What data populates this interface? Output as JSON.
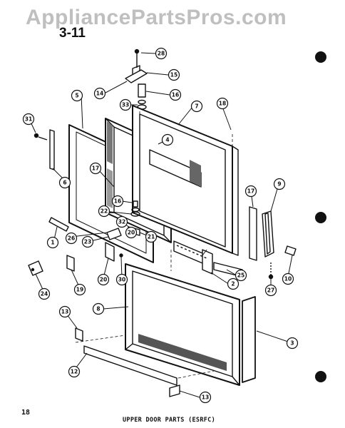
{
  "watermark": "AppliancePartsPros.com",
  "page_ref": "3-11",
  "page_number": "18",
  "caption": "UPPER DOOR PARTS (ESRFC)",
  "callouts": [
    {
      "id": "c28a",
      "label": "28"
    },
    {
      "id": "c15",
      "label": "15"
    },
    {
      "id": "c14",
      "label": "14"
    },
    {
      "id": "c16a",
      "label": "16"
    },
    {
      "id": "c33",
      "label": "33"
    },
    {
      "id": "c18",
      "label": "18"
    },
    {
      "id": "c5",
      "label": "5"
    },
    {
      "id": "c7",
      "label": "7"
    },
    {
      "id": "c31",
      "label": "31"
    },
    {
      "id": "c4",
      "label": "4"
    },
    {
      "id": "c6",
      "label": "6"
    },
    {
      "id": "c17a",
      "label": "17"
    },
    {
      "id": "c9",
      "label": "9"
    },
    {
      "id": "c17b",
      "label": "17"
    },
    {
      "id": "c16b",
      "label": "16"
    },
    {
      "id": "c22",
      "label": "22"
    },
    {
      "id": "c32",
      "label": "32"
    },
    {
      "id": "c20a",
      "label": "20"
    },
    {
      "id": "c26",
      "label": "26"
    },
    {
      "id": "c23",
      "label": "23"
    },
    {
      "id": "c21",
      "label": "21"
    },
    {
      "id": "c1",
      "label": "1"
    },
    {
      "id": "c25",
      "label": "25"
    },
    {
      "id": "c10",
      "label": "10"
    },
    {
      "id": "c19",
      "label": "19"
    },
    {
      "id": "c20b",
      "label": "20"
    },
    {
      "id": "c30",
      "label": "30"
    },
    {
      "id": "c2",
      "label": "2"
    },
    {
      "id": "c27",
      "label": "27"
    },
    {
      "id": "c24",
      "label": "24"
    },
    {
      "id": "c8",
      "label": "8"
    },
    {
      "id": "c13a",
      "label": "13"
    },
    {
      "id": "c3",
      "label": "3"
    },
    {
      "id": "c12",
      "label": "12"
    },
    {
      "id": "c13b",
      "label": "13"
    }
  ]
}
